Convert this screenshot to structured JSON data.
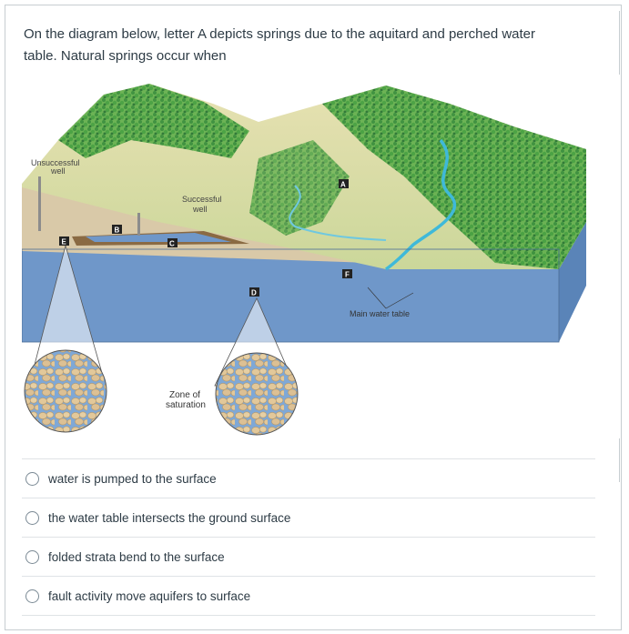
{
  "question": {
    "line1": "On the diagram below, letter A depicts springs due to the aquitard and perched water",
    "line2": "table. Natural springs occur when"
  },
  "diagram": {
    "labels": {
      "unsuccessful_well_1": "Unsuccessful",
      "unsuccessful_well_2": "well",
      "successful_well_1": "Successful",
      "successful_well_2": "well",
      "zone_1": "Zone of",
      "zone_2": "saturation",
      "main_water_table": "Main water table"
    },
    "letters": {
      "a": "A",
      "b": "B",
      "c": "C",
      "d": "D",
      "e": "E",
      "f": "F"
    },
    "colors": {
      "water": "#6f97c9",
      "ground": "#d9c9a8",
      "forest": "#3f9a3c",
      "river": "#3fb9d9"
    }
  },
  "answers": [
    {
      "label": "water is pumped to the surface"
    },
    {
      "label": "the water table intersects the ground surface"
    },
    {
      "label": "folded strata bend to the surface"
    },
    {
      "label": "fault activity move aquifers to surface"
    }
  ]
}
